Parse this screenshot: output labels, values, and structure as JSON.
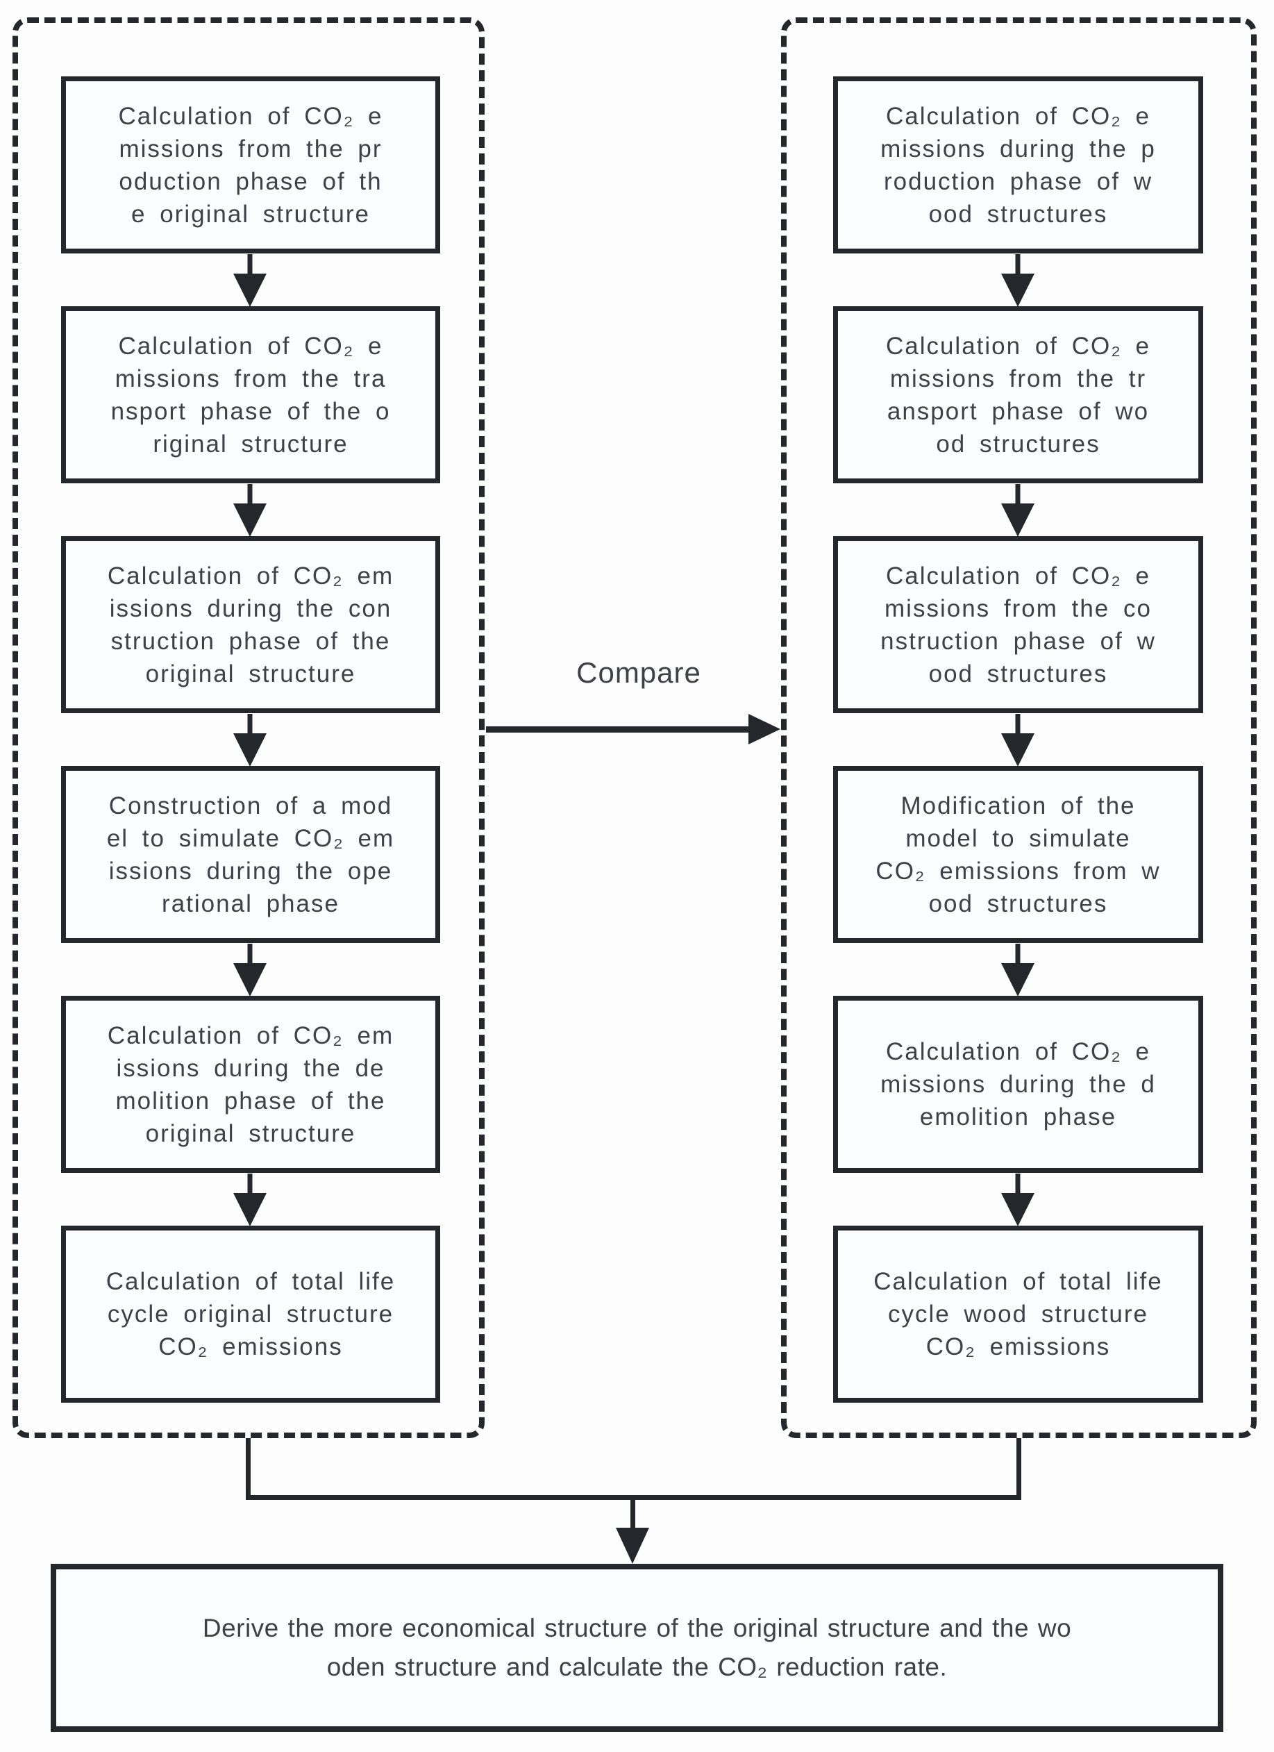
{
  "colors": {
    "line": "#24282d",
    "text": "#3e4146",
    "box_fill": "#fbfcfe",
    "background": "#fdfdfe"
  },
  "compare_label": "Compare",
  "left_boxes": [
    [
      "Calculation of CO₂ e",
      "missions from the pr",
      "oduction phase of th",
      "e original structure"
    ],
    [
      "Calculation of CO₂ e",
      "missions from the tra",
      "nsport phase of the o",
      "riginal structure"
    ],
    [
      "Calculation of CO₂ em",
      "issions during the con",
      "struction phase of the",
      "original structure"
    ],
    [
      "Construction of a mod",
      "el to simulate CO₂ em",
      "issions during the ope",
      "rational phase"
    ],
    [
      "Calculation of CO₂ em",
      "issions during the de",
      "molition phase of the",
      "original structure"
    ],
    [
      "Calculation of total life",
      "cycle original structure",
      "CO₂ emissions"
    ]
  ],
  "right_boxes": [
    [
      "Calculation of CO₂ e",
      "missions during the p",
      "roduction phase of w",
      "ood structures"
    ],
    [
      "Calculation of CO₂ e",
      "missions from the tr",
      "ansport phase of wo",
      "od structures"
    ],
    [
      "Calculation of CO₂ e",
      "missions from the co",
      "nstruction phase of w",
      "ood structures"
    ],
    [
      "Modification of the",
      "model to simulate",
      "CO₂ emissions from w",
      "ood structures"
    ],
    [
      "Calculation of CO₂ e",
      "missions during the d",
      "emolition phase"
    ],
    [
      "Calculation of total life",
      "cycle wood structure",
      "CO₂ emissions"
    ]
  ],
  "result_lines": [
    "Derive the more economical structure of the original structure and the wo",
    "oden structure and calculate the CO₂ reduction rate."
  ]
}
